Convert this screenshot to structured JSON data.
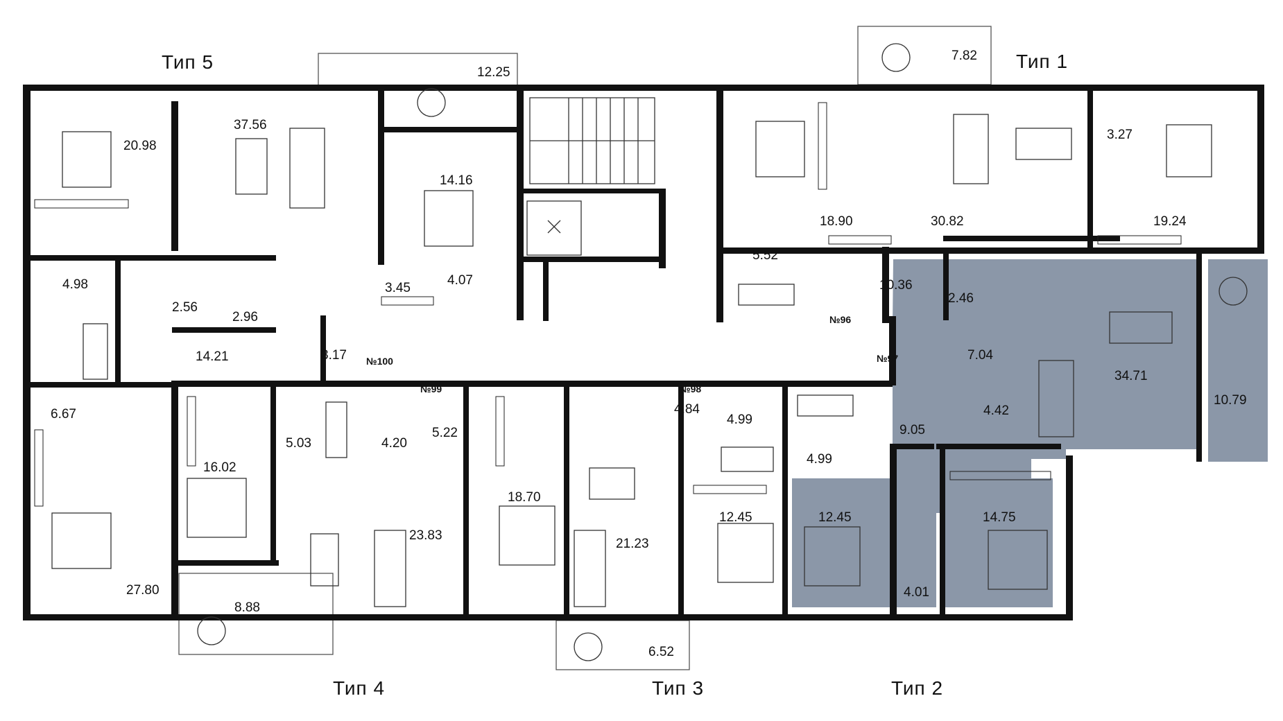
{
  "accent": {
    "highlight": "#8b97a8",
    "wall": "#111111",
    "background": "#ffffff"
  },
  "type_labels": {
    "tip5": "Тип  5",
    "tip1": "Тип  1",
    "tip4": "Тип  4",
    "tip3": "Тип  3",
    "tip2": "Тип  2"
  },
  "apartment_numbers": {
    "n96": "№96",
    "n97": "№97",
    "n98": "№98",
    "n99": "№99",
    "n100": "№100"
  },
  "areas": {
    "a20_98": "20.98",
    "a37_56": "37.56",
    "a12_25": "12.25",
    "a14_16": "14.16",
    "a7_82": "7.82",
    "a18_90": "18.90",
    "a30_82": "30.82",
    "a3_27": "3.27",
    "a19_24": "19.24",
    "a4_98": "4.98",
    "a2_56": "2.56",
    "a2_96": "2.96",
    "a3_45": "3.45",
    "a4_07": "4.07",
    "a5_52": "5.52",
    "a10_36": "10.36",
    "a2_46": "2.46",
    "a14_21": "14.21",
    "a3_17": "3.17",
    "a7_04": "7.04",
    "a34_71": "34.71",
    "a10_79": "10.79",
    "a6_67": "6.67",
    "a16_02": "16.02",
    "a5_03": "5.03",
    "a4_20": "4.20",
    "a5_22": "5.22",
    "a18_70": "18.70",
    "a4_84": "4.84",
    "a4_99a": "4.99",
    "a4_99b": "4.99",
    "a9_05": "9.05",
    "a4_42": "4.42",
    "a23_83": "23.83",
    "a21_23": "21.23",
    "a12_45a": "12.45",
    "a12_45b": "12.45",
    "a14_75": "14.75",
    "a27_80": "27.80",
    "a8_88": "8.88",
    "a4_01": "4.01",
    "a6_52": "6.52"
  }
}
